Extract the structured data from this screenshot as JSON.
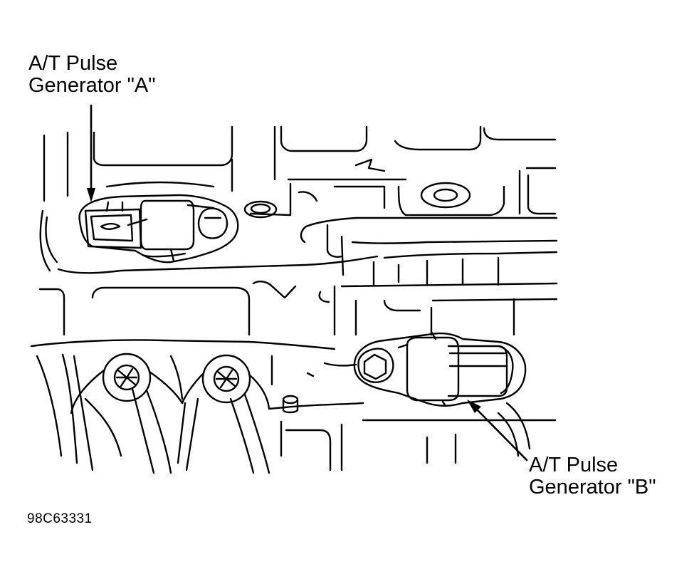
{
  "labels": {
    "pulse_generator_a": {
      "line1": "A/T Pulse",
      "line2": "Generator \"A\""
    },
    "pulse_generator_b": {
      "line1": "A/T Pulse",
      "line2": "Generator \"B\""
    }
  },
  "figure_code": "98C63331",
  "colors": {
    "ink": "#000000",
    "paper": "#ffffff"
  }
}
